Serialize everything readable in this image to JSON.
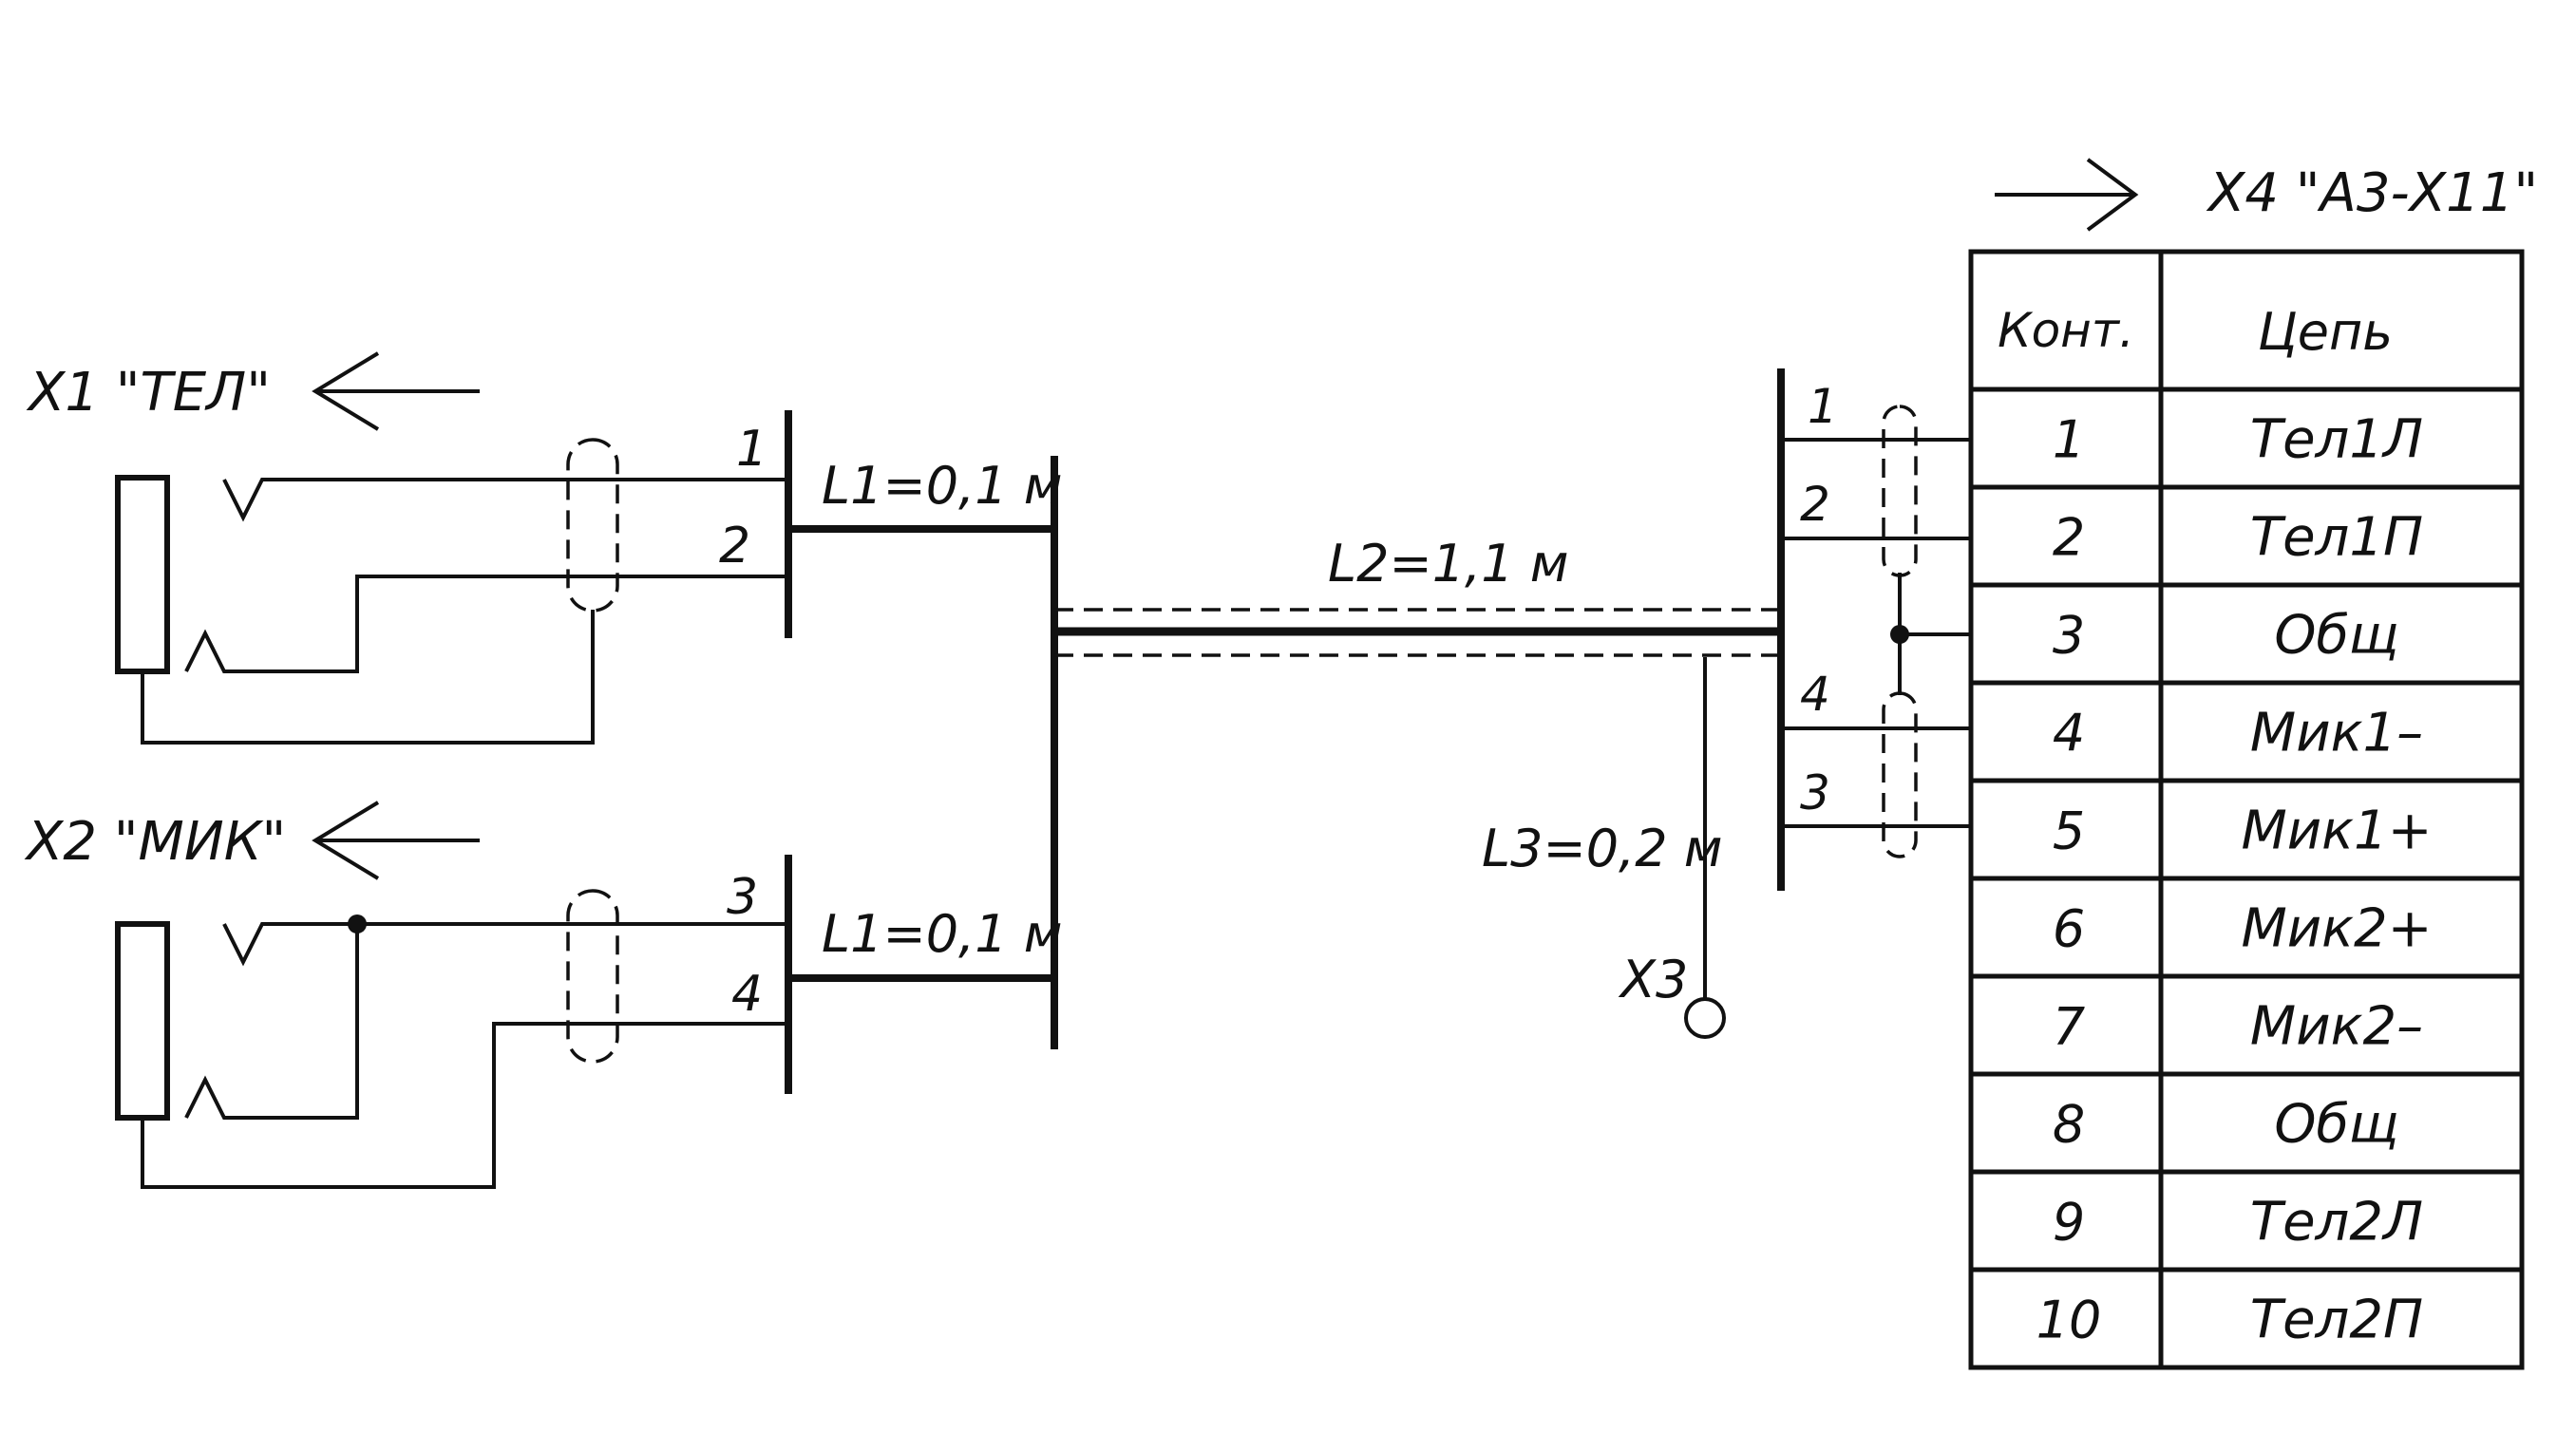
{
  "connectors": {
    "x1": {
      "label": "X1 \"ТЕЛ\"",
      "pins": [
        "1",
        "2"
      ]
    },
    "x2": {
      "label": "X2 \"МИК\"",
      "pins": [
        "3",
        "4"
      ]
    },
    "x3": {
      "label": "X3"
    },
    "x4": {
      "label": "X4 \"А3-X11\"",
      "pins": [
        "1",
        "2",
        "4",
        "3"
      ],
      "table": {
        "headers": {
          "contact": "Конт.",
          "circuit": "Цепь"
        },
        "rows": [
          {
            "contact": "1",
            "circuit": "Тел1Л"
          },
          {
            "contact": "2",
            "circuit": "Тел1П"
          },
          {
            "contact": "3",
            "circuit": "Общ"
          },
          {
            "contact": "4",
            "circuit": "Мик1–"
          },
          {
            "contact": "5",
            "circuit": "Мик1+"
          },
          {
            "contact": "6",
            "circuit": "Мик2+"
          },
          {
            "contact": "7",
            "circuit": "Мик2–"
          },
          {
            "contact": "8",
            "circuit": "Общ"
          },
          {
            "contact": "9",
            "circuit": "Тел2Л"
          },
          {
            "contact": "10",
            "circuit": "Тел2П"
          }
        ]
      }
    }
  },
  "lengths": {
    "l1_top": "L1=0,1 м",
    "l1_bottom": "L1=0,1 м",
    "l2": "L2=1,1 м",
    "l3": "L3=0,2 м"
  }
}
